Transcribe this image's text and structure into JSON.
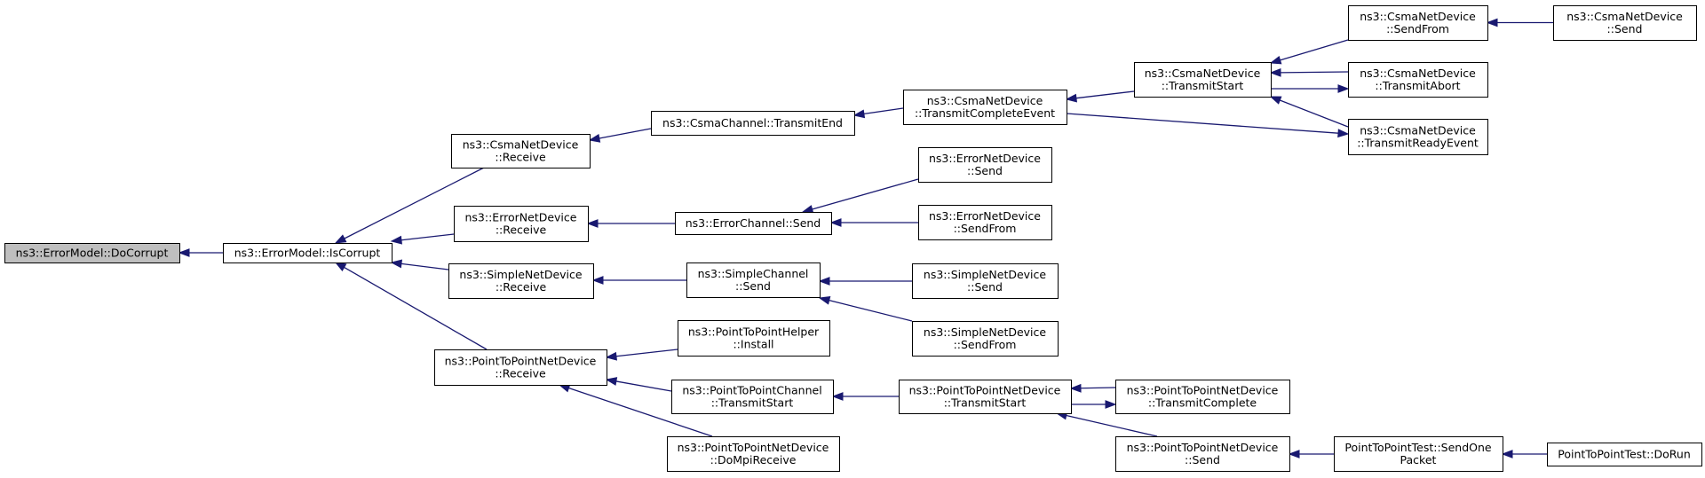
{
  "graph": {
    "colors": {
      "edge": "#191970",
      "root_fill": "#bfbfbf",
      "node_fill": "#ffffff",
      "border": "#000000"
    },
    "nodes": [
      {
        "id": "docorrupt",
        "lines": [
          "ns3::ErrorModel::DoCorrupt"
        ],
        "root": true
      },
      {
        "id": "iscorrupt",
        "lines": [
          "ns3::ErrorModel::IsCorrupt"
        ]
      },
      {
        "id": "csma_recv",
        "lines": [
          "ns3::CsmaNetDevice",
          "::Receive"
        ]
      },
      {
        "id": "err_recv",
        "lines": [
          "ns3::ErrorNetDevice",
          "::Receive"
        ]
      },
      {
        "id": "simple_recv",
        "lines": [
          "ns3::SimpleNetDevice",
          "::Receive"
        ]
      },
      {
        "id": "p2p_recv",
        "lines": [
          "ns3::PointToPointNetDevice",
          "::Receive"
        ]
      },
      {
        "id": "csmachan_te",
        "lines": [
          "ns3::CsmaChannel::TransmitEnd"
        ]
      },
      {
        "id": "errchan_send",
        "lines": [
          "ns3::ErrorChannel::Send"
        ]
      },
      {
        "id": "simplechan_send",
        "lines": [
          "ns3::SimpleChannel",
          "::Send"
        ]
      },
      {
        "id": "p2phelper_install",
        "lines": [
          "ns3::PointToPointHelper",
          "::Install"
        ]
      },
      {
        "id": "p2pchan_ts",
        "lines": [
          "ns3::PointToPointChannel",
          "::TransmitStart"
        ]
      },
      {
        "id": "p2p_dompi",
        "lines": [
          "ns3::PointToPointNetDevice",
          "::DoMpiReceive"
        ]
      },
      {
        "id": "csma_tce",
        "lines": [
          "ns3::CsmaNetDevice",
          "::TransmitCompleteEvent"
        ]
      },
      {
        "id": "errdev_send",
        "lines": [
          "ns3::ErrorNetDevice",
          "::Send"
        ]
      },
      {
        "id": "errdev_sendfrom",
        "lines": [
          "ns3::ErrorNetDevice",
          "::SendFrom"
        ]
      },
      {
        "id": "simpledev_send",
        "lines": [
          "ns3::SimpleNetDevice",
          "::Send"
        ]
      },
      {
        "id": "simpledev_sendfrom",
        "lines": [
          "ns3::SimpleNetDevice",
          "::SendFrom"
        ]
      },
      {
        "id": "p2pdev_ts",
        "lines": [
          "ns3::PointToPointNetDevice",
          "::TransmitStart"
        ]
      },
      {
        "id": "csma_ts",
        "lines": [
          "ns3::CsmaNetDevice",
          "::TransmitStart"
        ]
      },
      {
        "id": "p2pdev_tc",
        "lines": [
          "ns3::PointToPointNetDevice",
          "::TransmitComplete"
        ]
      },
      {
        "id": "p2pdev_send",
        "lines": [
          "ns3::PointToPointNetDevice",
          "::Send"
        ]
      },
      {
        "id": "csma_sendfrom",
        "lines": [
          "ns3::CsmaNetDevice",
          "::SendFrom"
        ]
      },
      {
        "id": "csma_ta",
        "lines": [
          "ns3::CsmaNetDevice",
          "::TransmitAbort"
        ]
      },
      {
        "id": "csma_tre",
        "lines": [
          "ns3::CsmaNetDevice",
          "::TransmitReadyEvent"
        ]
      },
      {
        "id": "csma_send",
        "lines": [
          "ns3::CsmaNetDevice",
          "::Send"
        ]
      },
      {
        "id": "p2ptest_sendone",
        "lines": [
          "PointToPointTest::SendOne",
          "Packet"
        ]
      },
      {
        "id": "p2ptest_dorun",
        "lines": [
          "PointToPointTest::DoRun"
        ]
      }
    ],
    "edges": [
      {
        "from": "iscorrupt",
        "to": "docorrupt"
      },
      {
        "from": "csma_recv",
        "to": "iscorrupt"
      },
      {
        "from": "err_recv",
        "to": "iscorrupt"
      },
      {
        "from": "simple_recv",
        "to": "iscorrupt"
      },
      {
        "from": "p2p_recv",
        "to": "iscorrupt"
      },
      {
        "from": "csmachan_te",
        "to": "csma_recv"
      },
      {
        "from": "csma_tce",
        "to": "csmachan_te"
      },
      {
        "from": "csma_ts",
        "to": "csma_tce"
      },
      {
        "from": "csma_sendfrom",
        "to": "csma_ts"
      },
      {
        "from": "csma_send",
        "to": "csma_sendfrom"
      },
      {
        "from": "csma_ta",
        "to": "csma_ts"
      },
      {
        "from": "csma_ts",
        "to": "csma_ta"
      },
      {
        "from": "csma_tre",
        "to": "csma_ts"
      },
      {
        "from": "csma_tce",
        "to": "csma_tre"
      },
      {
        "from": "errchan_send",
        "to": "err_recv"
      },
      {
        "from": "errdev_send",
        "to": "errchan_send"
      },
      {
        "from": "errdev_sendfrom",
        "to": "errchan_send"
      },
      {
        "from": "simplechan_send",
        "to": "simple_recv"
      },
      {
        "from": "simpledev_send",
        "to": "simplechan_send"
      },
      {
        "from": "simpledev_sendfrom",
        "to": "simplechan_send"
      },
      {
        "from": "p2phelper_install",
        "to": "p2p_recv"
      },
      {
        "from": "p2pchan_ts",
        "to": "p2p_recv"
      },
      {
        "from": "p2p_dompi",
        "to": "p2p_recv"
      },
      {
        "from": "p2pdev_ts",
        "to": "p2pchan_ts"
      },
      {
        "from": "p2pdev_tc",
        "to": "p2pdev_ts"
      },
      {
        "from": "p2pdev_ts",
        "to": "p2pdev_tc"
      },
      {
        "from": "p2pdev_send",
        "to": "p2pdev_ts"
      },
      {
        "from": "p2ptest_sendone",
        "to": "p2pdev_send"
      },
      {
        "from": "p2ptest_dorun",
        "to": "p2ptest_sendone"
      }
    ]
  }
}
